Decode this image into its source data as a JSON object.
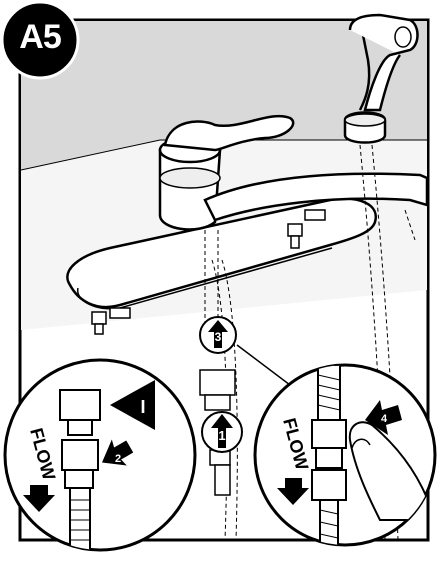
{
  "step_badge": "A5",
  "callouts": {
    "num_1": "1",
    "num_2": "2",
    "num_3": "3",
    "num_4": "4",
    "roman_1": "I"
  },
  "flow_label_left": "FLOW",
  "flow_label_right": "FLOW",
  "colors": {
    "background": "#ffffff",
    "wall": "#dcdcdc",
    "line": "#000000",
    "badge": "#000000"
  }
}
